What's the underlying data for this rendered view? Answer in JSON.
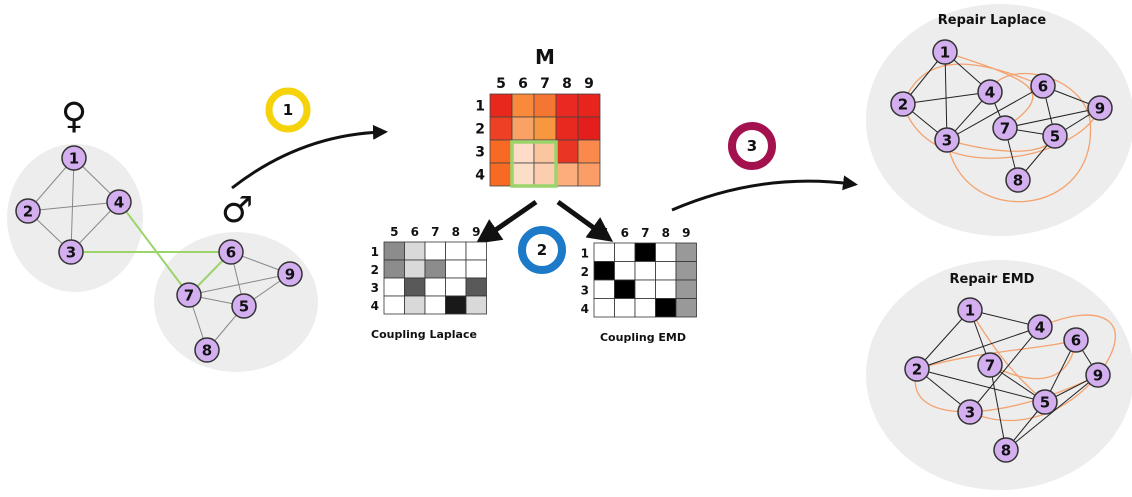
{
  "matrix": {
    "label": "M",
    "col_labels": [
      "5",
      "6",
      "7",
      "8",
      "9"
    ],
    "row_labels": [
      "1",
      "2",
      "3",
      "4"
    ],
    "cell_colors": [
      [
        "#e8271d",
        "#f98a3c",
        "#f47632",
        "#ea2a22",
        "#e8251d"
      ],
      [
        "#ed4024",
        "#f9a266",
        "#f7973f",
        "#e8291f",
        "#e41d1d"
      ],
      [
        "#f86a24",
        "#fedcc7",
        "#fbc59f",
        "#e83524",
        "#f98a4b"
      ],
      [
        "#f66a24",
        "#fbdec6",
        "#fccdaf",
        "#fdad7c",
        "#fb9d67"
      ]
    ],
    "highlight_color": "#9bd46a"
  },
  "coupling_laplace": {
    "caption": "Coupling Laplace",
    "col_labels": [
      "5",
      "6",
      "7",
      "8",
      "9"
    ],
    "row_labels": [
      "1",
      "2",
      "3",
      "4"
    ],
    "cells": [
      [
        0.45,
        0.15,
        0.0,
        0.0,
        0.0
      ],
      [
        0.45,
        0.15,
        0.45,
        0.0,
        0.0
      ],
      [
        0.0,
        0.65,
        0.0,
        0.0,
        0.65
      ],
      [
        0.0,
        0.15,
        0.0,
        0.9,
        0.15
      ]
    ]
  },
  "coupling_emd": {
    "caption": "Coupling EMD",
    "col_labels": [
      "5",
      "6",
      "7",
      "8",
      "9"
    ],
    "row_labels": [
      "1",
      "2",
      "3",
      "4"
    ],
    "cells": [
      [
        0.0,
        0.0,
        1.0,
        0.0,
        0.4
      ],
      [
        1.0,
        0.0,
        0.0,
        0.0,
        0.4
      ],
      [
        0.0,
        1.0,
        0.0,
        0.0,
        0.4
      ],
      [
        0.0,
        0.0,
        0.0,
        1.0,
        0.4
      ]
    ]
  },
  "steps": [
    {
      "label": "1",
      "color": "#f5d20a"
    },
    {
      "label": "2",
      "color": "#1d7ac9"
    },
    {
      "label": "3",
      "color": "#a3124f"
    }
  ],
  "female_symbol": "♀",
  "male_symbol": "♂",
  "repair_laplace": {
    "title": "Repair Laplace"
  },
  "repair_emd": {
    "title": "Repair EMD"
  },
  "colors": {
    "node_fill": "#d3aff0",
    "node_stroke": "#333333",
    "bubble": "#ededed",
    "repair_edge": "#f4a26e",
    "match_edge": "#9bd46a",
    "arrow": "#111111"
  },
  "nodes": [
    "1",
    "2",
    "3",
    "4",
    "5",
    "6",
    "7",
    "8",
    "9"
  ]
}
